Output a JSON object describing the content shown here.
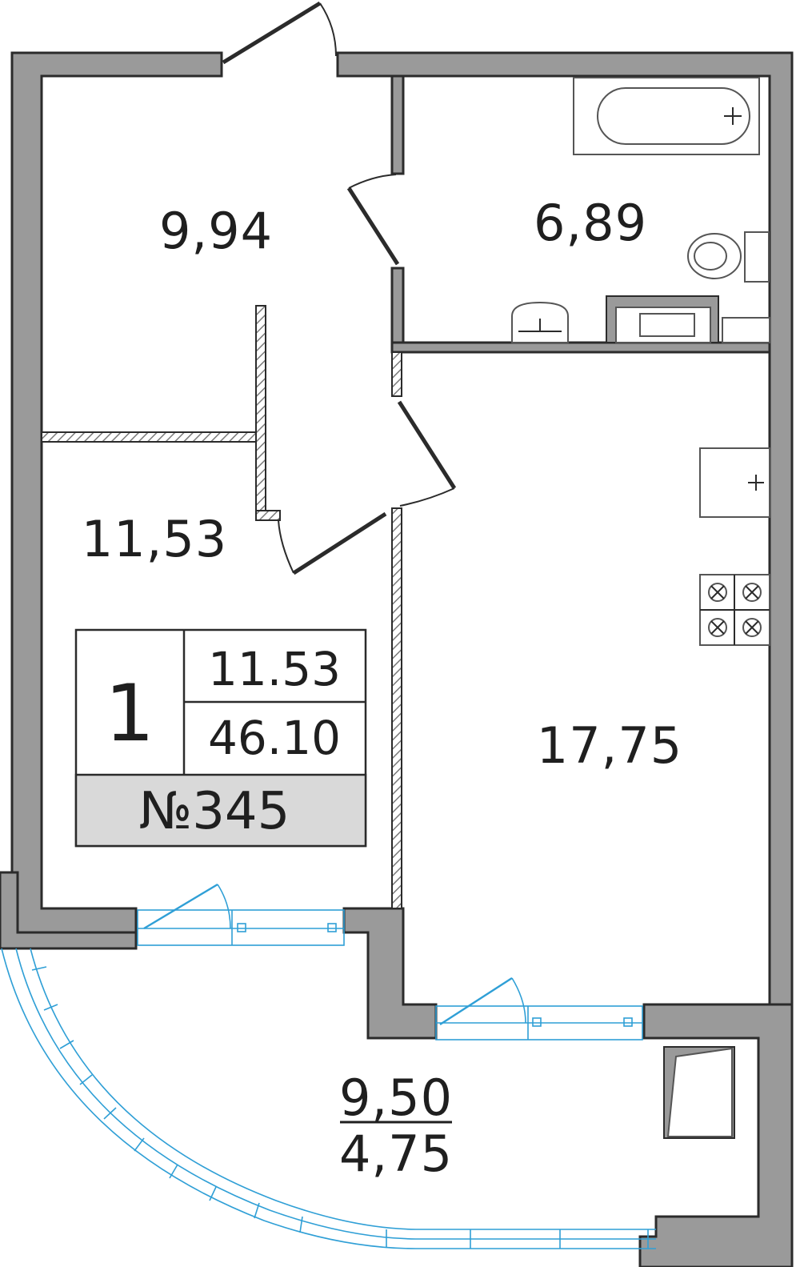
{
  "rooms": [
    {
      "id": "hall",
      "area": "9,94"
    },
    {
      "id": "bathroom",
      "area": "6,89"
    },
    {
      "id": "bedroom",
      "area": "11,53"
    },
    {
      "id": "kitchen-living",
      "area": "17,75"
    },
    {
      "id": "balcony",
      "area": "9,50",
      "area_secondary": "4,75"
    }
  ],
  "info_box": {
    "rooms_count": "1",
    "living_area": "11.53",
    "total_area": "46.10",
    "apartment_number": "№345"
  },
  "colors": {
    "wall": "#9a9a9a",
    "line": "#2b2b2b",
    "glass": "#2f9fd6",
    "number_band": "#d9d9d9"
  }
}
